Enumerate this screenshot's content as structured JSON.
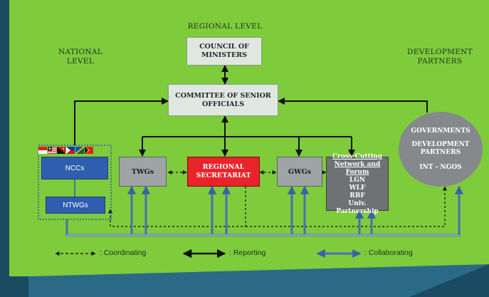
{
  "colors": {
    "background_green": "#7ecb3c",
    "dark_corner": "#1b4a63",
    "secretariat_red": "#e8232a",
    "national_blue": "#2f5eb0",
    "collaborating_arrow": "#4a6fb0"
  },
  "levels": {
    "regional": "REGIONAL LEVEL",
    "national": [
      "NATIONAL",
      "LEVEL"
    ],
    "partners": [
      "DEVELOPMENT",
      "PARTNERS"
    ]
  },
  "boxes": {
    "council": [
      "COUNCIL OF",
      "MINISTERS"
    ],
    "committee": [
      "COMMITTEE OF SENIOR",
      "OFFICIALS"
    ],
    "twgs": "TWGs",
    "secretariat": [
      "REGIONAL",
      "SECRETARIAT"
    ],
    "gwgs": "GWGs",
    "crosscutting": [
      "Cross-Cutting",
      "Network and Forum",
      "LGN",
      "WLF",
      "RBF",
      "Univ. Partnership"
    ],
    "nccs": "NCCs",
    "ntwgs": "NTWGs",
    "partners_oval": [
      "GOVERNMENTS",
      "DEVELOPMENT",
      "PARTNERS",
      "INT - NGOS"
    ]
  },
  "legend": {
    "coordinating": ": Coordinating",
    "reporting": ": Reporting",
    "collaborating": ": Collaborating"
  }
}
